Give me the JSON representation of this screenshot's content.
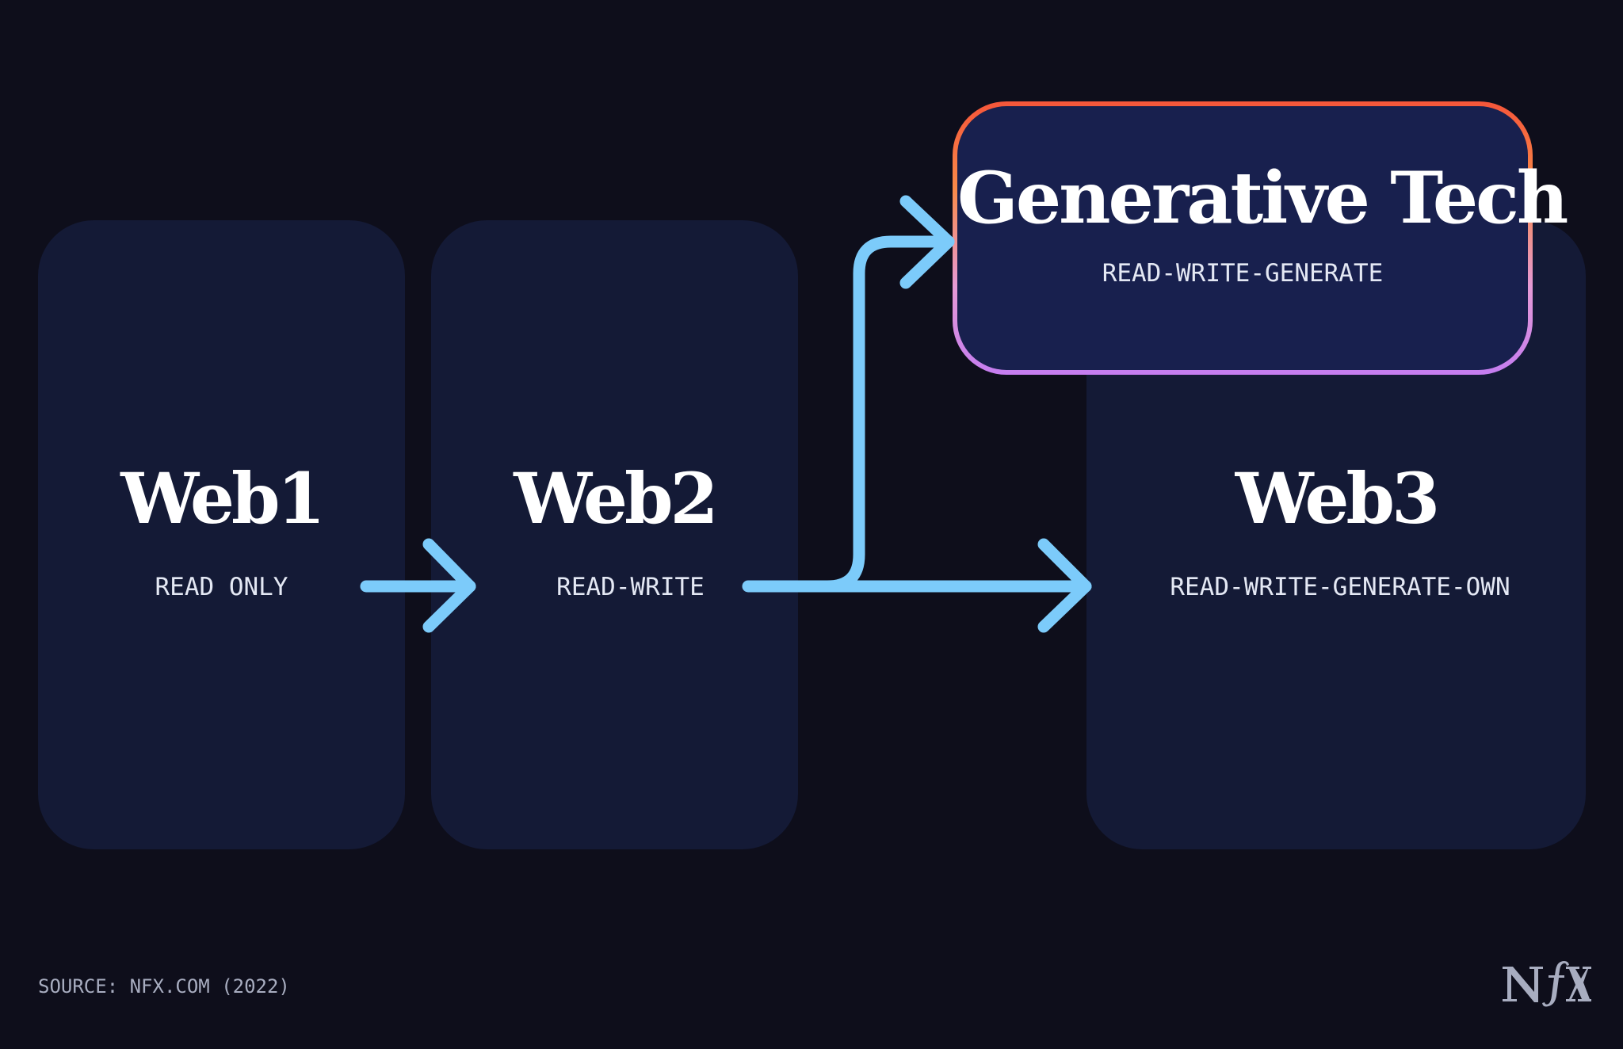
{
  "diagram": {
    "nodes": [
      {
        "id": "web1",
        "title": "Web1",
        "subtitle": "READ ONLY"
      },
      {
        "id": "web2",
        "title": "Web2",
        "subtitle": "READ-WRITE"
      },
      {
        "id": "generative",
        "title": "Generative Tech",
        "subtitle": "READ-WRITE-GENERATE",
        "highlighted": true
      },
      {
        "id": "web3",
        "title": "Web3",
        "subtitle": "READ-WRITE-GENERATE-OWN"
      }
    ],
    "edges": [
      {
        "from": "web1",
        "to": "web2"
      },
      {
        "from": "web2",
        "to": "generative"
      },
      {
        "from": "web2",
        "to": "web3"
      }
    ]
  },
  "footer": {
    "source": "SOURCE: NFX.COM (2022)",
    "logo": "NfX"
  },
  "colors": {
    "background": "#0e0e1b",
    "card": "#141a36",
    "highlight_card": "#18204e",
    "arrow": "#7ccbfa",
    "highlight_border_top": "#f5563a",
    "highlight_border_bottom": "#c57df0",
    "text": "#ffffff",
    "subtext": "#e4e8f4",
    "muted": "#a8adc0"
  }
}
